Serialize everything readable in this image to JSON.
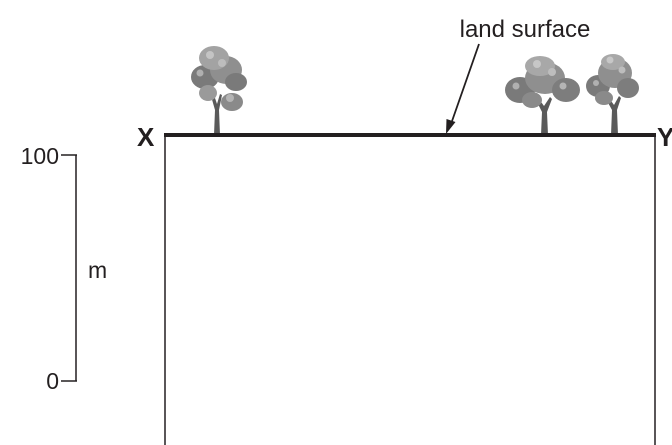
{
  "diagram": {
    "annotation": "land surface",
    "point_left": "X",
    "point_right": "Y",
    "scale": {
      "top_value": "100",
      "bottom_value": "0",
      "unit": "m"
    },
    "colors": {
      "ink": "#231f20",
      "foliage_dark": "#6b6b6b",
      "foliage_mid": "#8f8f8f",
      "foliage_light": "#b8b8b8",
      "trunk": "#5a5a5a"
    },
    "icons": [
      "tree-icon",
      "tree-icon",
      "tree-icon"
    ]
  }
}
